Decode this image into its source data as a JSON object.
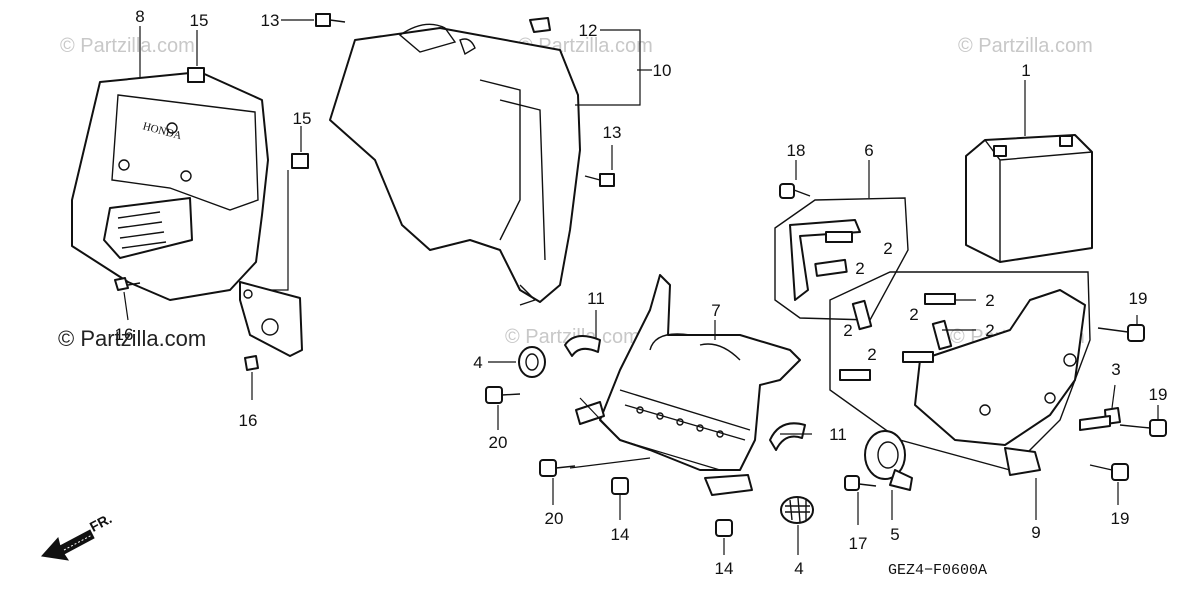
{
  "watermarks": {
    "wm1": "© Partzilla.com",
    "wm2": "© Partzilla.com",
    "wm3": "© Partzilla.com",
    "wm4": "© Partzilla.com",
    "wm5": "© Partzilla.com"
  },
  "primary_watermark": "© Partzilla.com",
  "diagram_code": "GEZ4−F0600A",
  "front_label": "FR.",
  "brand_text": "HONDA",
  "callouts": {
    "c1": "1",
    "c2a": "2",
    "c2b": "2",
    "c2c": "2",
    "c2d": "2",
    "c2e": "2",
    "c2f": "2",
    "c2g": "2",
    "c3": "3",
    "c4a": "4",
    "c4b": "4",
    "c5": "5",
    "c6": "6",
    "c7": "7",
    "c8": "8",
    "c9": "9",
    "c10": "10",
    "c11a": "11",
    "c11b": "11",
    "c12": "12",
    "c13a": "13",
    "c13b": "13",
    "c14a": "14",
    "c14b": "14",
    "c15a": "15",
    "c15b": "15",
    "c16a": "16",
    "c16b": "16",
    "c17": "17",
    "c18": "18",
    "c19a": "19",
    "c19b": "19",
    "c19c": "19",
    "c20a": "20",
    "c20b": "20"
  }
}
